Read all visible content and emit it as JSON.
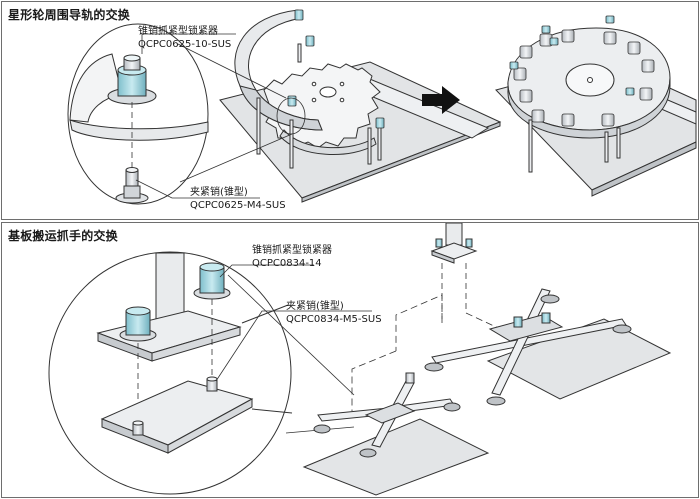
{
  "panels": {
    "top": {
      "title": "星形轮周围导轨的交换",
      "callout_lock": {
        "name": "锥销抓紧型锁紧器",
        "code": "QCPC0625-10-SUS"
      },
      "callout_pin": {
        "name": "夹紧销(锥型)",
        "code": "QCPC0625-M4-SUS"
      }
    },
    "bottom": {
      "title": "基板搬运抓手的交换",
      "callout_lock": {
        "name": "锥销抓紧型锁紧器",
        "code": "QCPC0834-14"
      },
      "callout_pin": {
        "name": "夹紧销(锥型)",
        "code": "QCPC0834-M5-SUS"
      }
    }
  },
  "icons": {
    "transition_arrow": "right-arrow-icon"
  },
  "colors": {
    "line": "#333333",
    "metal_light": "#e9ecef",
    "metal_mid": "#c9ced3",
    "locker_teal": "#9fd2dc",
    "plate_gray": "#d7d9db",
    "arrow": "#111111"
  }
}
